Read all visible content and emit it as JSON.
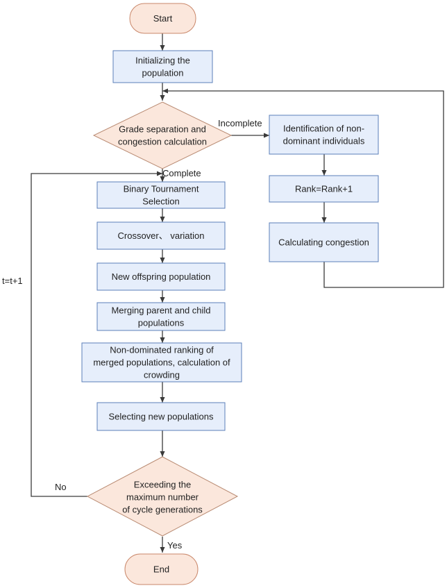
{
  "colors": {
    "process_fill": "#e6eefb",
    "process_stroke": "#5b7fb8",
    "terminal_fill": "#fbe7dc",
    "terminal_stroke": "#c9876a",
    "decision_fill": "#fbe7dc",
    "decision_stroke": "#b98b73",
    "connector": "#3a3a3a"
  },
  "nodes": {
    "start": [
      "Start"
    ],
    "init": [
      "Initializing the",
      "population"
    ],
    "grade": [
      "Grade separation and",
      "congestion calculation"
    ],
    "ident": [
      "Identification of non-",
      "dominant individuals"
    ],
    "rank": [
      "Rank=Rank+1"
    ],
    "calc_cong": [
      "Calculating congestion"
    ],
    "binary": [
      "Binary Tournament",
      "Selection"
    ],
    "crossover": [
      "Crossover、 variation"
    ],
    "offspring": [
      "New offspring population"
    ],
    "merging": [
      "Merging parent and child",
      "populations"
    ],
    "nondom": [
      "Non-dominated ranking of",
      "merged populations, calculation of",
      "crowding"
    ],
    "select": [
      "Selecting new populations"
    ],
    "exceed": [
      "Exceeding the",
      "maximum number",
      "of cycle generations"
    ],
    "end": [
      "End"
    ]
  },
  "edges": {
    "incomplete": "Incomplete",
    "complete": "Complete",
    "loop": "t=t+1",
    "no": "No",
    "yes": "Yes"
  }
}
